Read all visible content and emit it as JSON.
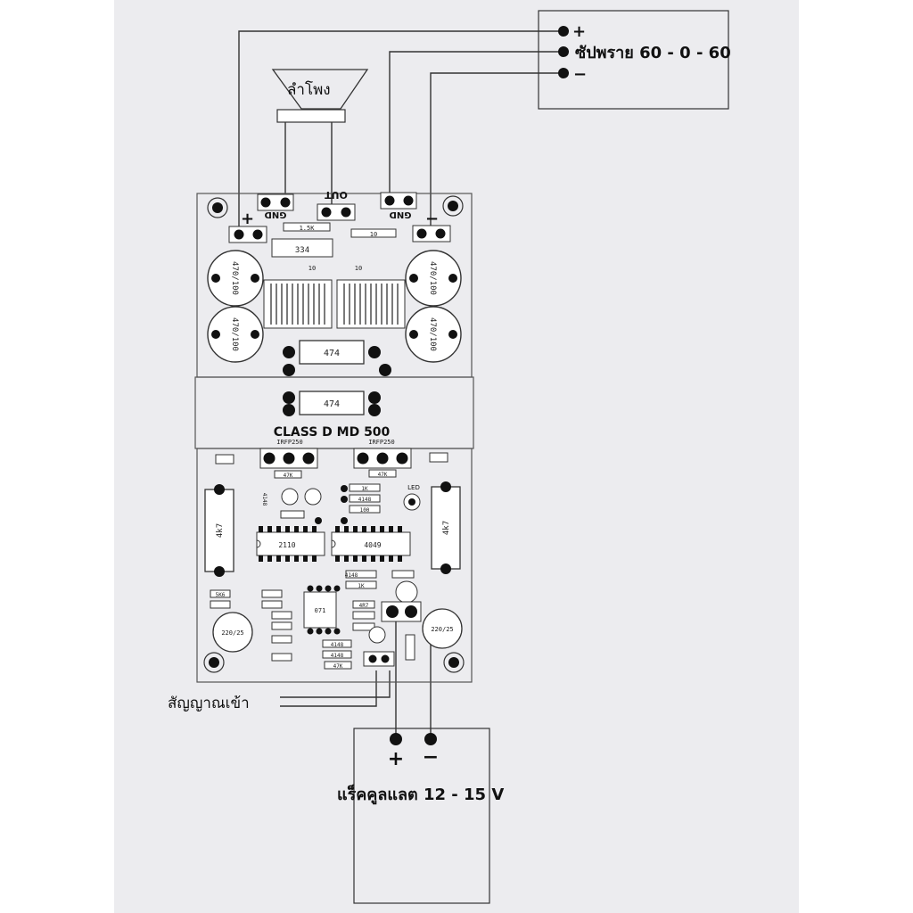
{
  "supply": {
    "plus": "+",
    "label": "ซัปพราย 60 - 0 - 60",
    "minus": "−"
  },
  "speaker": {
    "label": "ลำโพง"
  },
  "board": {
    "title": "CLASS D MD 500",
    "out": "OUT",
    "gnd_left": "GND",
    "gnd_right": "GND",
    "plus": "+",
    "minus": "−",
    "r_1_5k": "1.5K",
    "r_10": "10",
    "cap_334": "334",
    "r_10_left": "10",
    "r_10_right": "10",
    "cap_470_100": "470/100",
    "cap_474": "474",
    "irfp_left": "IRFP250",
    "irfp_right": "IRFP250",
    "r_47k": "47K",
    "diode_4148": "4148",
    "r_1k": "1K",
    "r_100": "100",
    "led": "LED",
    "res_4k7": "4k7",
    "ic_2110": "2110",
    "ic_4049": "4049",
    "ic_071": "071",
    "r_4r7": "4R7",
    "r_5k6": "5K6",
    "cap_220_25": "220/25"
  },
  "input_label": "สัญญาณเข้า",
  "battery": {
    "plus": "+",
    "minus": "−",
    "label": "แร็คคูลแลต 12 - 15 V"
  }
}
